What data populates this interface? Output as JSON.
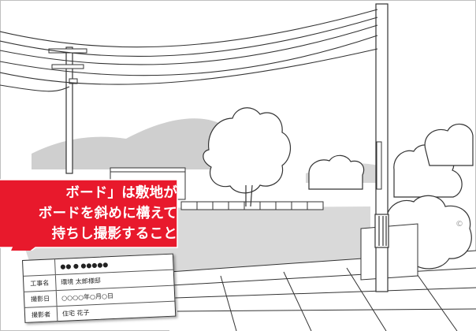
{
  "callout": {
    "lines": [
      "ボード」は敷地が",
      "ボードを斜めに構えて",
      "持ちし撮影すること"
    ],
    "fill_color": "#e8192c"
  },
  "board": {
    "top_fragment": "●● ● ●●●●●",
    "rows": [
      {
        "label": "工事名",
        "value": "環境 太郎様邸"
      },
      {
        "label": "撮影日",
        "value": "○○○○年○月○日"
      },
      {
        "label": "撮影者",
        "value": "住宅 花子"
      }
    ]
  },
  "watermark": "©"
}
